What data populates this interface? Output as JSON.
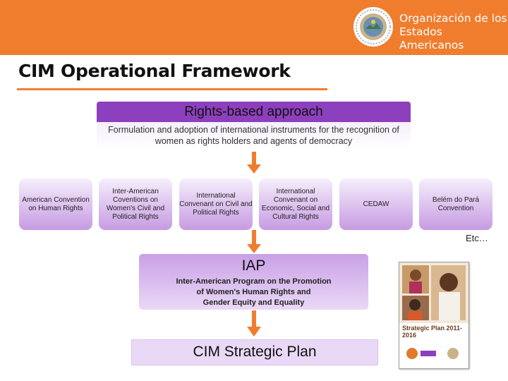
{
  "header": {
    "org_name": "Organización de los\nEstados Americanos",
    "seal_icon": "oas-seal-icon",
    "background": "#f07d2e"
  },
  "slide": {
    "title": "CIM Operational Framework"
  },
  "rights_box": {
    "title": "Rights-based approach",
    "subtitle": "Formulation and adoption of international instruments for the recognition of women as rights holders and agents of democracy"
  },
  "instruments": [
    "American Convention on Human Rights",
    "Inter-American Coventions on Women's Civil and Political Rights",
    "International Convenant on Civil and Political Rights",
    "International Convenant on Economic, Social and Cultural Rights",
    "CEDAW",
    "Belém do Pará Convention"
  ],
  "etc_label": "Etc…",
  "iap": {
    "title": "IAP",
    "subtitle": "Inter-American Program on the Promotion\nof Women's Human Rights and\nGender Equity and Equality"
  },
  "plan": {
    "title": "CIM Strategic Plan"
  },
  "cover": {
    "title": "Strategic Plan 2011-2016"
  },
  "colors": {
    "accent": "#f07d2e",
    "purple": "#8d40bd",
    "lavender": "#ead9f6"
  }
}
